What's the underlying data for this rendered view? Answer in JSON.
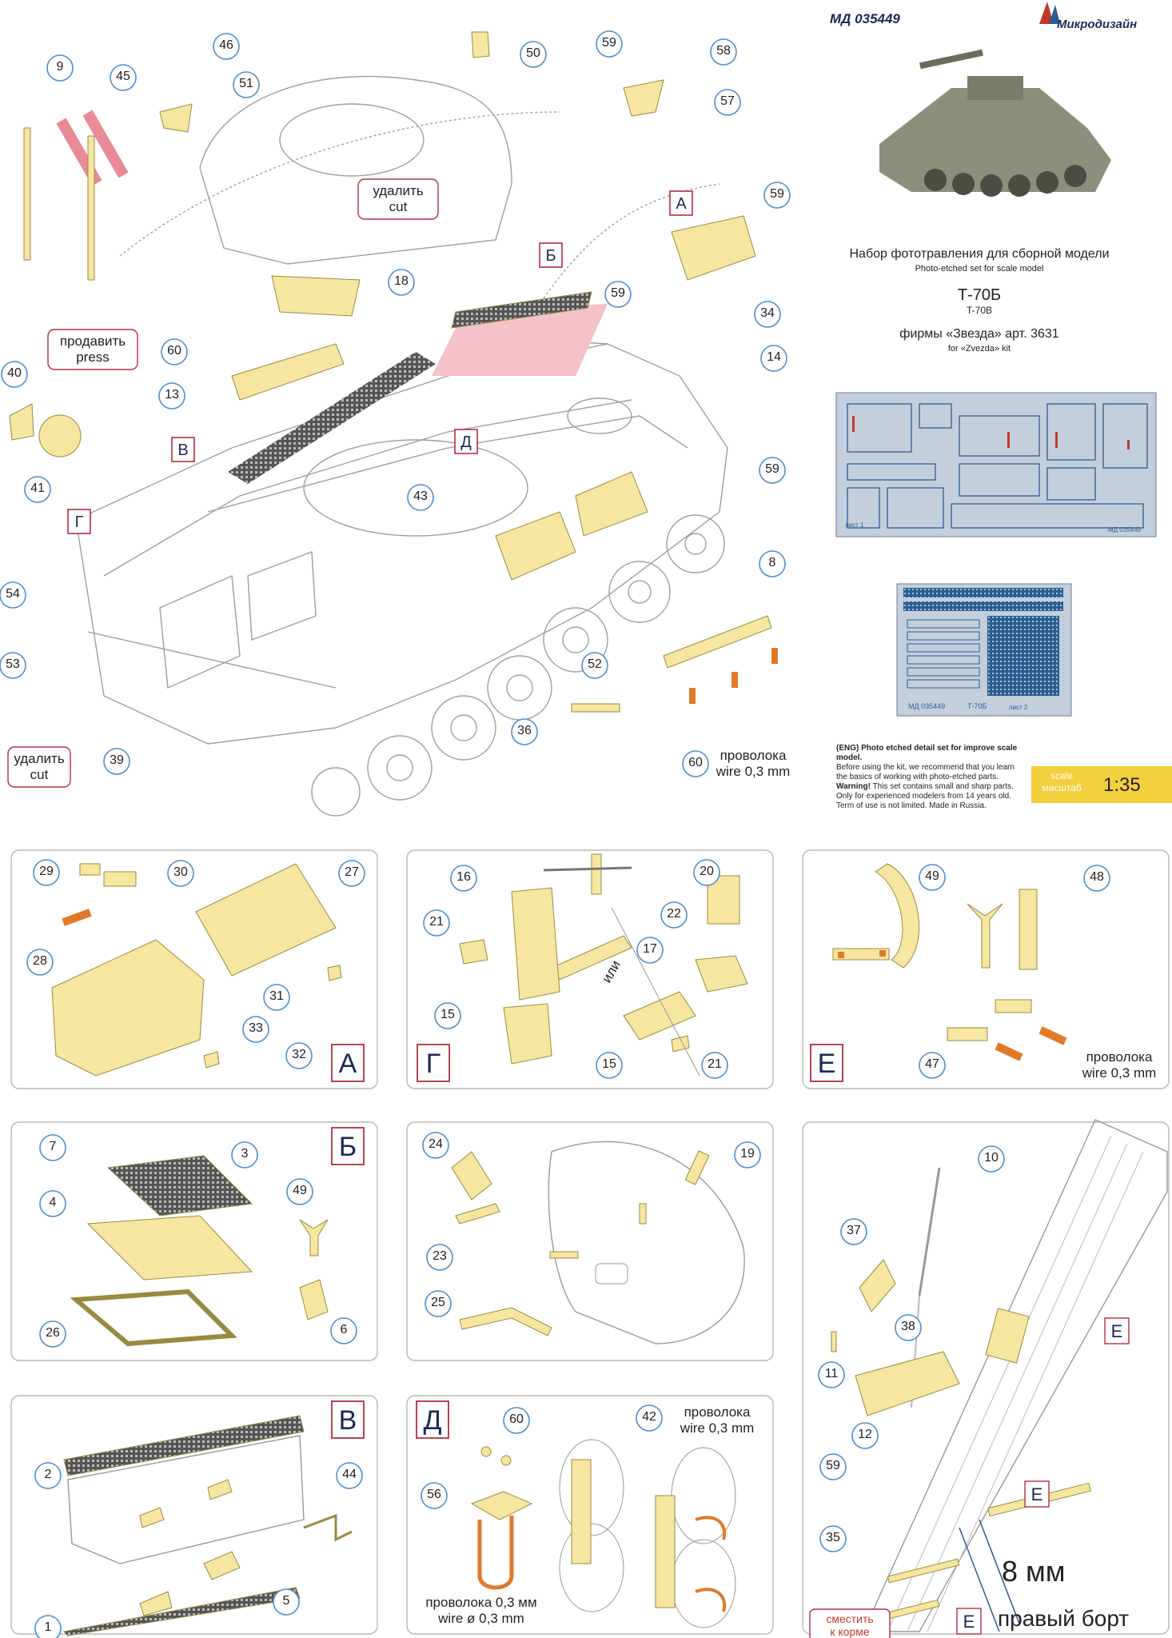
{
  "header": {
    "code": "МД 035449",
    "brand": "Микродизайн",
    "title_ru": "Набор фототравления для сборной модели",
    "title_en": "Photo-etched set for scale model",
    "model_ru": "Т-70Б",
    "model_en": "T-70B",
    "maker_ru": "фирмы «Звезда» арт. 3631",
    "maker_en": "for «Zvezda» kit"
  },
  "disclaimer": {
    "line1": "(ENG) Photo etched detail set for improve scale model.",
    "line2": "Before using the kit, we recommend that you learn",
    "line3": "the basics of working with photo-etched parts.",
    "warning": "Warning!",
    "line4": " This set contains small and sharp parts.",
    "line5": "Only for experienced modelers from 14 years old.",
    "line6": "Term of use is not limited. Made in Russia."
  },
  "scale": {
    "label_en": "scale",
    "label_ru": "масштаб",
    "value": "1:35"
  },
  "sheets": {
    "sheet1_label": "лист 1",
    "sheet2_label": "лист 2",
    "sheet2_model": "Т-70Б",
    "sheet_code": "МД 035449"
  },
  "notes": {
    "cut_ru": "удалить",
    "cut_en": "cut",
    "press_ru": "продавить",
    "press_en": "press",
    "wire_ru": "проволока",
    "wire_en": "wire 0,3 mm",
    "or": "или",
    "wire2_ru": "проволока 0,3 мм",
    "wire2_en": "wire ø 0,3 mm",
    "mm8": "8 мм",
    "right_side": "правый борт",
    "shift_ru": "сместить",
    "shift_ru2": "к корме"
  },
  "section_letters": {
    "A": "А",
    "B": "Б",
    "V": "В",
    "G": "Г",
    "D": "Д",
    "E": "Е"
  },
  "callouts": {
    "main": [
      "9",
      "46",
      "45",
      "51",
      "50",
      "59",
      "58",
      "57",
      "А",
      "59",
      "Б",
      "18",
      "60",
      "13",
      "40",
      "41",
      "В",
      "Г",
      "43",
      "Д",
      "59",
      "34",
      "14",
      "59",
      "8",
      "54",
      "53",
      "52",
      "36",
      "39",
      "60"
    ],
    "A": [
      "29",
      "30",
      "27",
      "28",
      "31",
      "33",
      "32"
    ],
    "G": [
      "16",
      "21",
      "15",
      "20",
      "22",
      "17",
      "15",
      "21"
    ],
    "E": [
      "49",
      "48",
      "47"
    ],
    "B": [
      "7",
      "3",
      "4",
      "26",
      "49",
      "6"
    ],
    "misc": [
      "24",
      "19",
      "23",
      "25"
    ],
    "V": [
      "2",
      "44",
      "1",
      "5"
    ],
    "D": [
      "60",
      "42",
      "56"
    ],
    "E2": [
      "10",
      "37",
      "38",
      "11",
      "12",
      "59",
      "35"
    ]
  },
  "colors": {
    "part": "#f7e6a0",
    "part_stroke": "#9a8a40",
    "callout_ring": "#4f8fc8",
    "section_ring": "#b03040",
    "red_text": "#c0392b",
    "mesh": "#3a3a3a",
    "pink": "#f4c2c8",
    "wire": "#e07a2a",
    "scale_bg": "#f2cf3c",
    "sheet": "#b9c6d6",
    "sheet_detail": "#2e5d93"
  }
}
